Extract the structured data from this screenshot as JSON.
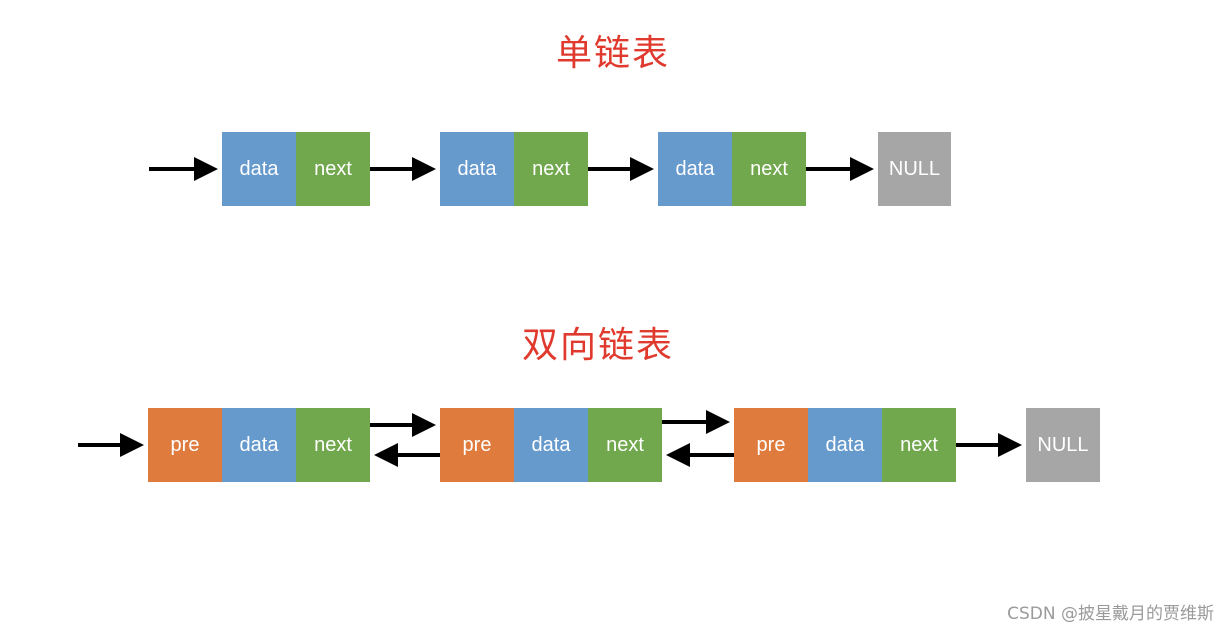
{
  "singly": {
    "title": "单链表",
    "nodes": [
      {
        "data": "data",
        "next": "next"
      },
      {
        "data": "data",
        "next": "next"
      },
      {
        "data": "data",
        "next": "next"
      }
    ],
    "terminal": "NULL"
  },
  "doubly": {
    "title": "双向链表",
    "nodes": [
      {
        "pre": "pre",
        "data": "data",
        "next": "next"
      },
      {
        "pre": "pre",
        "data": "data",
        "next": "next"
      },
      {
        "pre": "pre",
        "data": "data",
        "next": "next"
      }
    ],
    "terminal": "NULL"
  },
  "colors": {
    "title": "#e03a2e",
    "data": "#6699cc",
    "next": "#71a84d",
    "pre": "#e07b3e",
    "null": "#a6a6a6"
  },
  "watermark": "CSDN @披星戴月的贾维斯"
}
